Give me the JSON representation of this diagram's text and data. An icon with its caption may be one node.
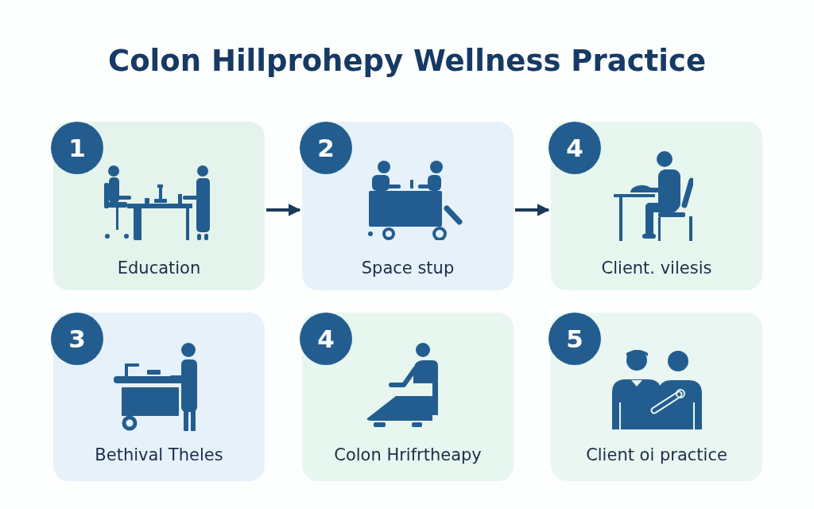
{
  "diagram": {
    "title": "Colon Hillprohepy Wellness Practice",
    "nodes": [
      {
        "text": [
          "1",
          "Education"
        ]
      },
      {
        "text": [
          "2",
          "Space stup"
        ]
      },
      {
        "text": [
          "4",
          "Client. vilesis"
        ]
      },
      {
        "text": [
          "3",
          "Bethival Theles"
        ]
      },
      {
        "text": [
          "4",
          "Colon Hrifrtheapy"
        ]
      },
      {
        "text": [
          "5",
          "Client oi practice"
        ]
      }
    ],
    "edges": [
      {
        "from": 0,
        "to": 1,
        "arrow": "to"
      },
      {
        "from": 1,
        "to": 2,
        "arrow": "to"
      }
    ]
  }
}
